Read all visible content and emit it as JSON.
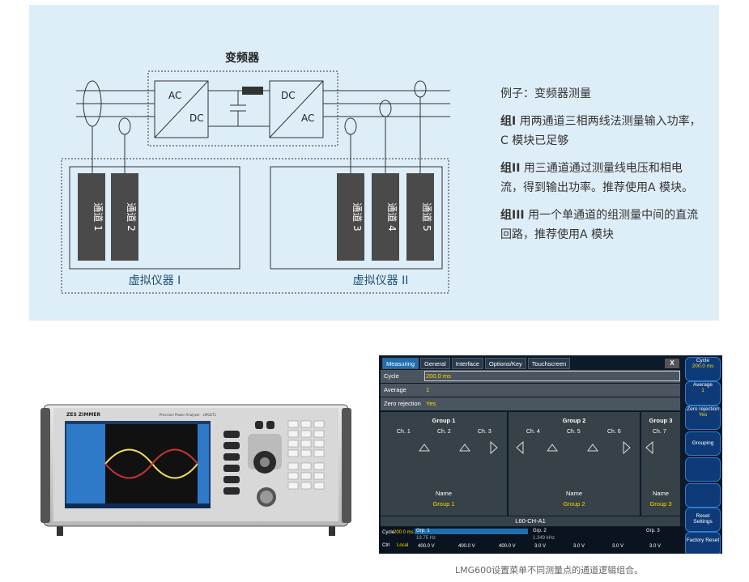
{
  "diagram": {
    "converter_label": "变频器",
    "block1_top": "AC",
    "block1_bottom": "DC",
    "block2_top": "DC",
    "block2_bottom": "AC",
    "channels": [
      "通道 1",
      "通道 2",
      "通道 3",
      "通道 4",
      "通道 5"
    ],
    "group1_label": "虚拟仪器 I",
    "group2_label": "虚拟仪器 II"
  },
  "description": {
    "title": "例子：变频器测量",
    "p1_group": "组I",
    "p1_text": "用两通道三相两线法测量输入功率，C 模块已足够",
    "p2_group": "组II",
    "p2_text": "用三通道通过测量线电压和相电流，得到输出功率。推荐使用A  模块。",
    "p3_group": "组III",
    "p3_text": "用一个单通道的组测量中间的直流回路，推荐使用A  模块"
  },
  "instrument": {
    "brand": "ZES ZIMMER",
    "model_label": "Precision Power Analyzer · LMG671"
  },
  "screen": {
    "tabs": [
      "Measuring",
      "General",
      "Interface",
      "Options/Key",
      "Touchscreen"
    ],
    "close": "X",
    "params": [
      {
        "label": "Cycle",
        "value": "200.0 ms"
      },
      {
        "label": "Average",
        "value": "1"
      },
      {
        "label": "Zero rejection",
        "value": "Yes"
      }
    ],
    "groups": [
      {
        "title": "Group 1",
        "channels": [
          "Ch. 1",
          "Ch. 2",
          "Ch. 3"
        ],
        "name_label": "Name",
        "name": "Group 1"
      },
      {
        "title": "Group 2",
        "channels": [
          "Ch. 4",
          "Ch. 5",
          "Ch. 6"
        ],
        "name_label": "Name",
        "name": "Group 2"
      },
      {
        "title": "Group 3",
        "channels": [
          "Ch. 7"
        ],
        "name_label": "Name",
        "name": "Group 3"
      }
    ],
    "footer": "L60-CH-A1",
    "side_buttons": [
      {
        "label": "Cycle",
        "value": "200.0 ms"
      },
      {
        "label": "Average",
        "value": "1"
      },
      {
        "label": "Zero rejection",
        "value": "Yes"
      },
      {
        "label": "Grouping",
        "value": ""
      },
      {
        "label": "",
        "value": ""
      },
      {
        "label": "",
        "value": ""
      },
      {
        "label": "Reset Settings",
        "value": ""
      },
      {
        "label": "Factory Reset",
        "value": ""
      }
    ],
    "status": {
      "cycle_label": "Cycle",
      "cycle_value": "200.0 ms",
      "ctrl_label": "Ctrl",
      "ctrl_value": "Local",
      "grp1": "Grp. 1",
      "grp1_val": "19.75  Hz",
      "grp2": "Grp. 2",
      "grp2_val": "1.349 kHz",
      "grp3": "Grp. 3",
      "ranges": [
        "400.0 V",
        "400.0 V",
        "400.0 V",
        "3.0 V",
        "3.0 V",
        "3.0 V",
        "3.0 V"
      ]
    }
  },
  "caption": "LMG600设置菜单不同测量点的通道逻辑组合。",
  "colors": {
    "panel_bg": "#deeef8",
    "channel_box": "#4a4a4a",
    "accent_yellow": "#ffd700",
    "button_blue": "#0e3b78"
  }
}
